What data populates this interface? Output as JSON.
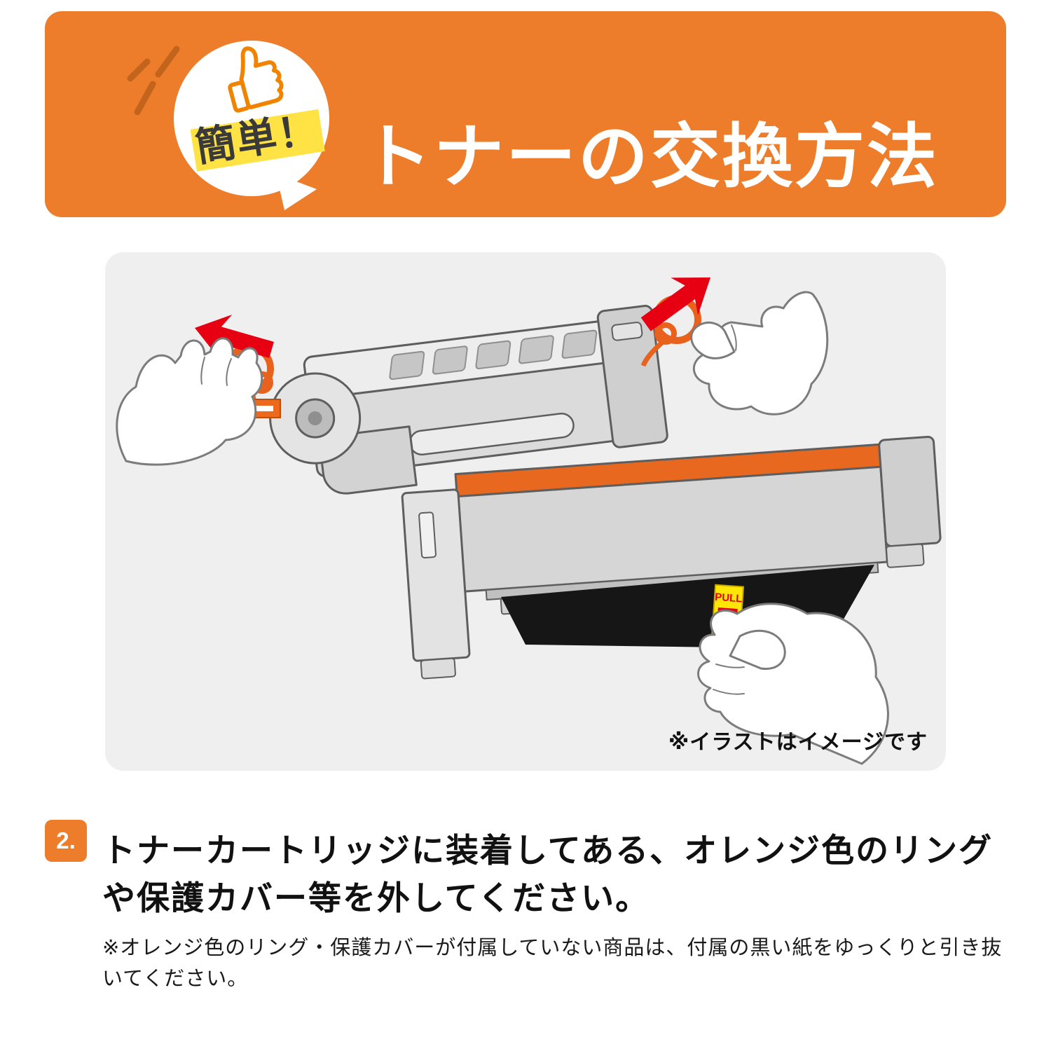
{
  "header": {
    "bubble_label": "簡単！",
    "title": "トナーの交換方法"
  },
  "illustration": {
    "caption": "※イラストはイメージです",
    "pull_tab_label": "PULL"
  },
  "step": {
    "number": "2.",
    "instruction_line1": "トナーカートリッジに装着してある、オレンジ色のリング",
    "instruction_line2": "や保護カバー等を外してください。",
    "note": "※オレンジ色のリング・保護カバーが付属していない商品は、付属の黒い紙をゆっくりと引き抜いてください。"
  },
  "colors": {
    "accent_orange": "#ED7D2B",
    "ring_orange": "#E8621D",
    "arrow_red": "#E60012",
    "highlight_yellow": "#FFE345",
    "tab_yellow": "#FFE606",
    "panel_gray": "#EFEFEF",
    "sheet_black": "#161616"
  }
}
